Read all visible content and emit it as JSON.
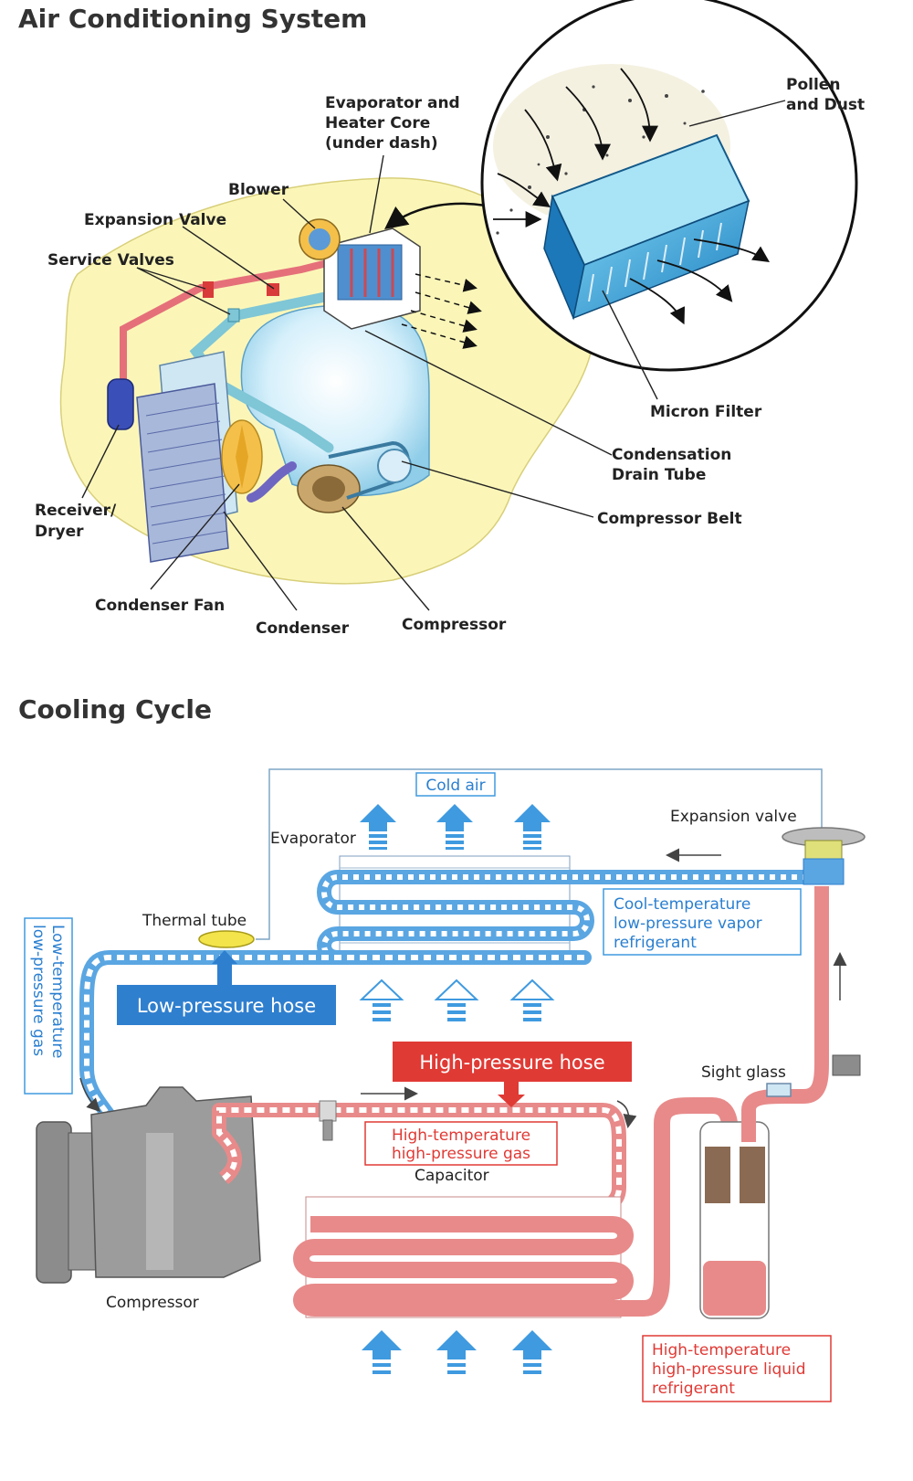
{
  "section1": {
    "title": "Air Conditioning System",
    "labels": {
      "evaporator_line1": "Evaporator and",
      "evaporator_line2": "Heater Core",
      "evaporator_line3": "(under dash)",
      "blower": "Blower",
      "expansion_valve": "Expansion Valve",
      "service_valves": "Service Valves",
      "receiver_line1": "Receiver/",
      "receiver_line2": "Dryer",
      "condenser_fan": "Condenser Fan",
      "condenser": "Condenser",
      "compressor": "Compressor",
      "compressor_belt": "Compressor Belt",
      "drain_line1": "Condensation",
      "drain_line2": "Drain Tube",
      "micron_filter": "Micron Filter",
      "pollen_line1": "Pollen",
      "pollen_line2": "and Dust"
    }
  },
  "section2": {
    "title": "Cooling Cycle",
    "labels": {
      "cold_air": "Cold air",
      "expansion_valve": "Expansion valve",
      "evaporator": "Evaporator",
      "thermal_tube": "Thermal tube",
      "cool_line1": "Cool-temperature",
      "cool_line2": "low-pressure vapor",
      "cool_line3": "refrigerant",
      "low_pressure_hose": "Low-pressure hose",
      "low_gas_line1": "Low-temperature",
      "low_gas_line2": "low-pressure gas",
      "high_pressure_hose": "High-pressure hose",
      "sight_glass": "Sight glass",
      "high_gas_line1": "High-temperature",
      "high_gas_line2": "high-pressure gas",
      "capacitor": "Capacitor",
      "compressor": "Compressor",
      "high_liquid_line1": "High-temperature",
      "high_liquid_line2": "high-pressure liquid",
      "high_liquid_line3": "refrigerant"
    }
  },
  "colors": {
    "low_pressure_blue": "#2f7fcf",
    "high_pressure_red": "#e03a35",
    "engine_bay_yellow": "#fbf6b8"
  }
}
